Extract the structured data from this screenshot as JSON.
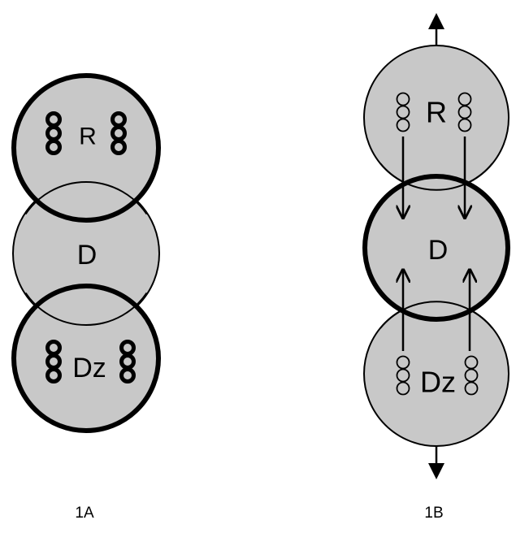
{
  "colors": {
    "fill": "#c8c8c8",
    "stroke": "#000000",
    "background": "#ffffff"
  },
  "panel_1a": {
    "label": "1A",
    "top_circle_label": "R",
    "middle_circle_label": "D",
    "bottom_circle_label": "Dz",
    "emphasized_circles": [
      "R",
      "Dz"
    ]
  },
  "panel_1b": {
    "label": "1B",
    "top_circle_label": "R",
    "middle_circle_label": "D",
    "bottom_circle_label": "Dz",
    "emphasized_circles": [
      "D"
    ]
  }
}
